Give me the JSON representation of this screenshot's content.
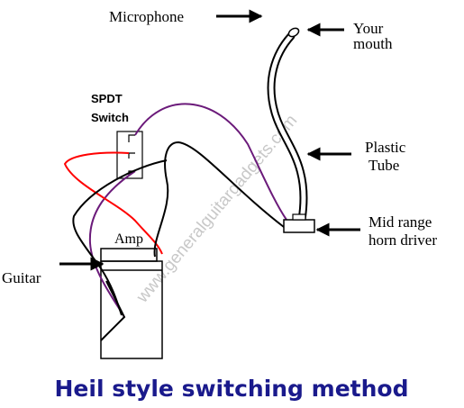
{
  "labels": {
    "microphone": "Microphone",
    "your_mouth_line1": "Your",
    "your_mouth_line2": "mouth",
    "spdt_line1": "SPDT",
    "spdt_line2": "Switch",
    "plastic_line1": "Plastic",
    "plastic_line2": "Tube",
    "horn_line1": "Mid range",
    "horn_line2": "horn driver",
    "amp": "Amp",
    "guitar": "Guitar"
  },
  "watermark": "www.generalguitargadgets.com",
  "caption": "Heil style switching method",
  "colors": {
    "caption": "#1a1a8c",
    "wire_black": "#000000",
    "wire_purple": "#6b1a7a",
    "wire_red": "#ff0000",
    "watermark": "#c8c8c8"
  }
}
